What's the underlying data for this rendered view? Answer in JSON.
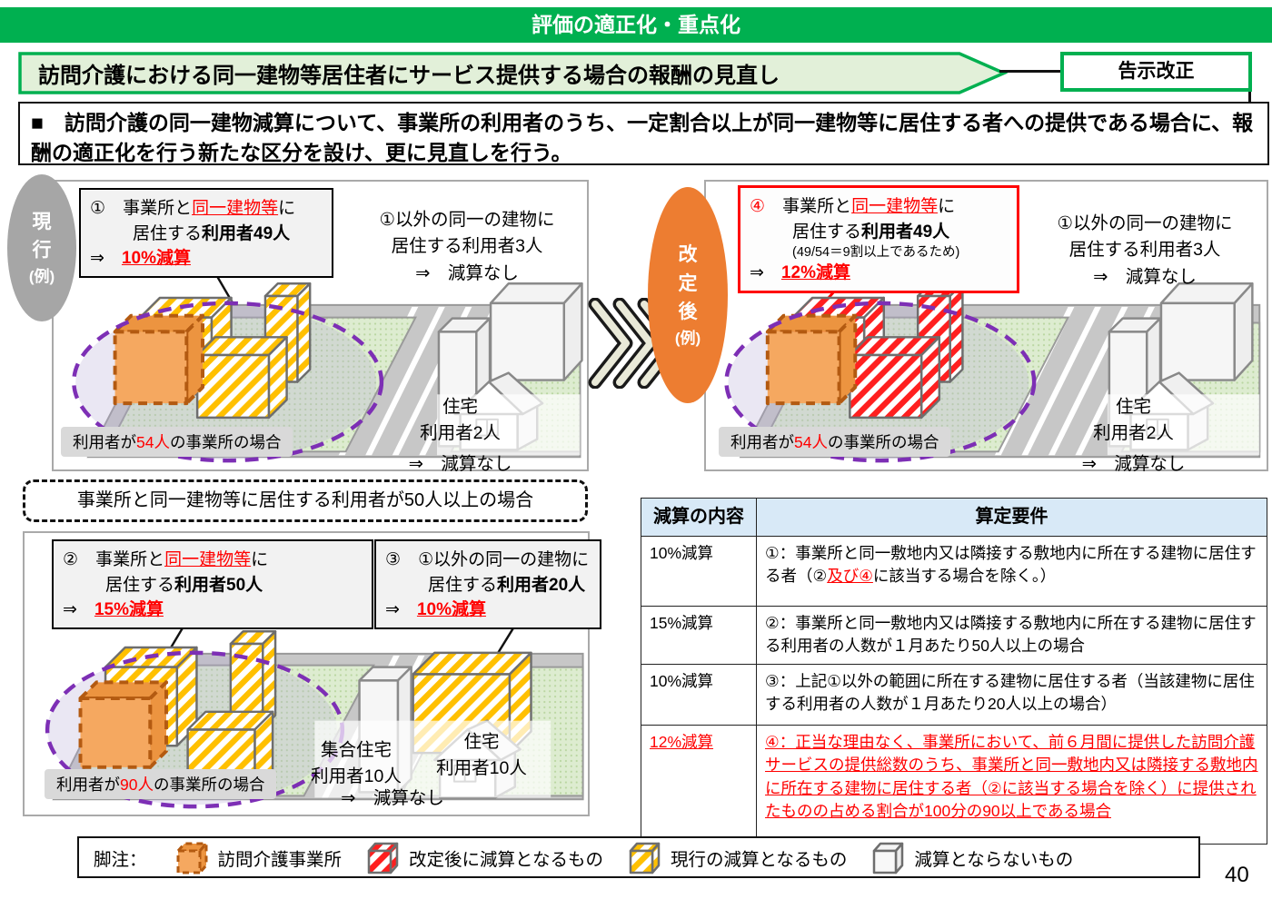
{
  "banner": {
    "title": "評価の適正化・重点化"
  },
  "header": {
    "title": "訪問介護における同一建物等居住者にサービス提供する場合の報酬の見直し",
    "badge": "告示改正"
  },
  "summary": {
    "bullet": "■",
    "text": "訪問介護の同一建物減算について、事業所の利用者のうち、一定割合以上が同一建物等に居住する者への提供である場合に、報酬の適正化を行う新たな区分を設け、更に見直しを行う。"
  },
  "current": {
    "tag1": "現",
    "tag2": "行",
    "tag3": "(例)",
    "callout": {
      "num": "①",
      "l1_pre": "事業所と",
      "l1_red": "同一建物等",
      "l1_post": "に",
      "l2_pre": "居住する",
      "l2_bold": "利用者49人",
      "arrow": "⇒",
      "result": "10%減算"
    },
    "other_note": {
      "l1": "①以外の同一の建物に",
      "l2": "居住する利用者3人",
      "l3": "⇒　減算なし"
    },
    "office_label": {
      "pre": "利用者が",
      "num": "54人",
      "post": "の事業所の場合"
    },
    "house_note": {
      "t": "住宅",
      "n": "利用者2人",
      "r": "⇒　減算なし"
    }
  },
  "revised": {
    "tag1": "改",
    "tag2": "定",
    "tag3": "後",
    "tag4": "(例)",
    "callout": {
      "num": "④",
      "l1_pre": "事業所と",
      "l1_red": "同一建物等",
      "l1_post": "に",
      "l2_pre": "居住する",
      "l2_bold": "利用者49人",
      "note": "(49/54＝9割以上であるため)",
      "arrow": "⇒",
      "result": "12%減算"
    },
    "other_note": {
      "l1": "①以外の同一の建物に",
      "l2": "居住する利用者3人",
      "l3": "⇒　減算なし"
    },
    "office_label": {
      "pre": "利用者が",
      "num": "54人",
      "post": "の事業所の場合"
    },
    "house_note": {
      "t": "住宅",
      "n": "利用者2人",
      "r": "⇒　減算なし"
    }
  },
  "fifty_case": {
    "text": "事業所と同一建物等に居住する利用者が50人以上の場合"
  },
  "example90": {
    "callout2": {
      "num": "②",
      "l1_pre": "事業所と",
      "l1_red": "同一建物等",
      "l1_post": "に",
      "l2_pre": "居住する",
      "l2_bold": "利用者50人",
      "arrow": "⇒",
      "result": "15%減算"
    },
    "callout3": {
      "num": "③",
      "l1": "①以外の同一の建物に",
      "l2_pre": "居住する",
      "l2_bold": "利用者20人",
      "arrow": "⇒",
      "result": "10%減算"
    },
    "office_label": {
      "pre": "利用者が",
      "num": "90人",
      "post": "の事業所の場合"
    },
    "apartment_note": {
      "t": "集合住宅",
      "n": "利用者10人"
    },
    "house_note": {
      "t": "住宅",
      "n": "利用者10人"
    },
    "no_deduction": "⇒　減算なし"
  },
  "table": {
    "headers": [
      "減算の内容",
      "算定要件"
    ],
    "rows": [
      {
        "deduction": "10%減算",
        "req_a": "①：事業所と同一敷地内又は隣接する敷地内に所在する建物に居住する者（②",
        "req_b": "及び④",
        "req_c": "に該当する場合を除く。）"
      },
      {
        "deduction": "15%減算",
        "req": "②：事業所と同一敷地内又は隣接する敷地内に所在する建物に居住する利用者の人数が１月あたり50人以上の場合"
      },
      {
        "deduction": "10%減算",
        "req": "③：上記①以外の範囲に所在する建物に居住する者（当該建物に居住する利用者の人数が１月あたり20人以上の場合）"
      },
      {
        "deduction": "12%減算",
        "req": "④：正当な理由なく、事業所において、前６月間に提供した訪問介護サービスの提供総数のうち、事業所と同一敷地内又は隣接する敷地内に所在する建物に居住する者（②に該当する場合を除く）に提供されたものの占める割合が100分の90以上である場合"
      }
    ]
  },
  "legend": {
    "label": "脚注：",
    "items": [
      {
        "name": "訪問介護事業所"
      },
      {
        "name": "改定後に減算となるもの"
      },
      {
        "name": "現行の減算となるもの"
      },
      {
        "name": "減算とならないもの"
      }
    ]
  },
  "page_number": "40",
  "colors": {
    "accent_green": "#00b050",
    "alert_red": "#ff0000",
    "revised_orange": "#ed7d31",
    "current_gray": "#a6a6a6",
    "highlight_purple": "#7d2fb5",
    "building_yellow": "#ffc000",
    "office_orange": "#f5a860",
    "table_header_blue": "#d8e9f7"
  }
}
